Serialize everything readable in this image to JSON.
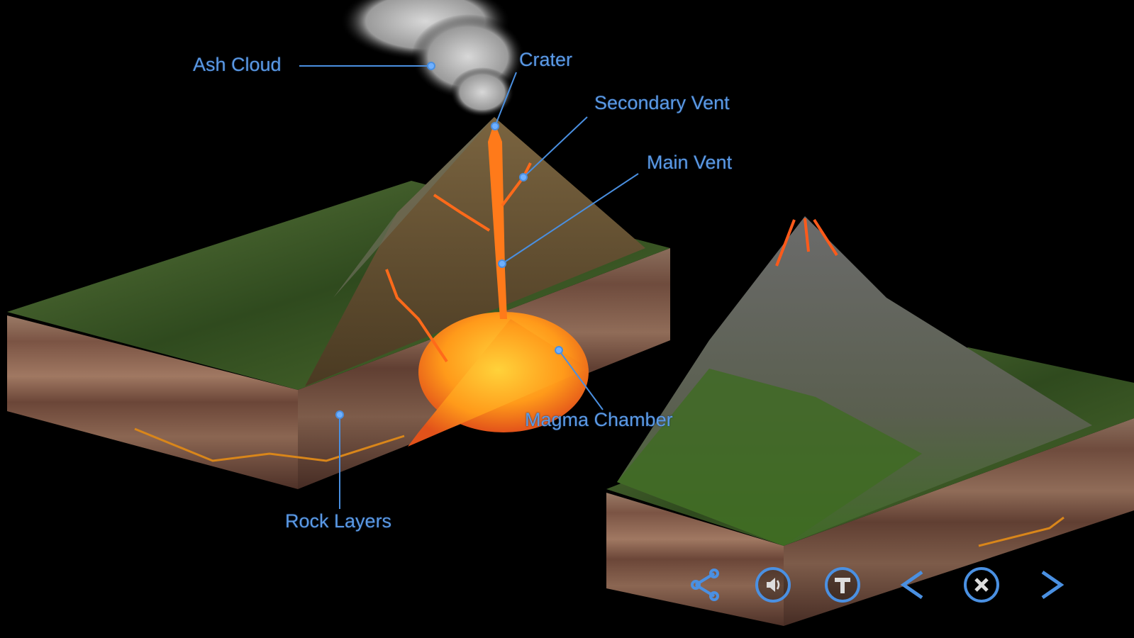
{
  "diagram": {
    "labels": {
      "ash_cloud": "Ash Cloud",
      "crater": "Crater",
      "secondary_vent": "Secondary Vent",
      "main_vent": "Main Vent",
      "magma_chamber": "Magma Chamber",
      "rock_layers": "Rock Layers"
    },
    "colors": {
      "label": "#5b9ae6",
      "magma": "#ff8a1a",
      "button": "#4a90e2"
    }
  },
  "toolbar": {
    "buttons": [
      {
        "name": "share",
        "icon": "share-icon"
      },
      {
        "name": "sound",
        "icon": "speaker-icon"
      },
      {
        "name": "text",
        "icon": "text-icon"
      },
      {
        "name": "previous",
        "icon": "chevron-left-icon"
      },
      {
        "name": "close",
        "icon": "close-icon"
      },
      {
        "name": "next",
        "icon": "chevron-right-icon"
      }
    ]
  }
}
